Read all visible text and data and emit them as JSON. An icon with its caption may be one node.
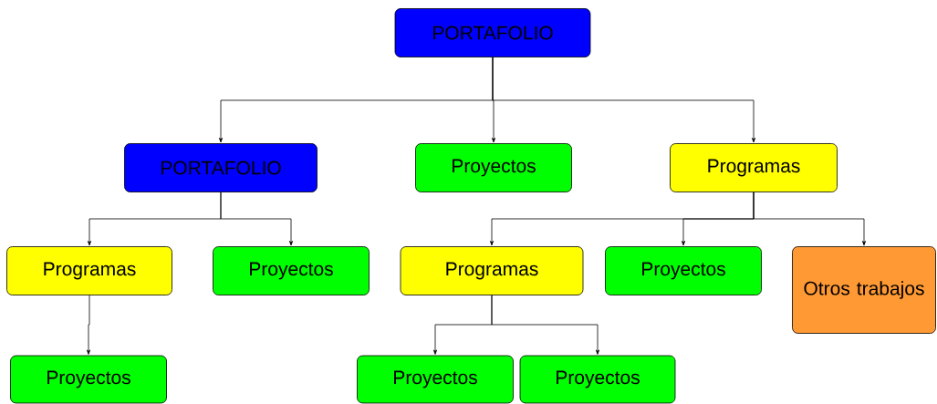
{
  "diagram": {
    "nodes": [
      {
        "text": [
          "PORTAFOLIO"
        ]
      },
      {
        "text": [
          "PORTAFOLIO"
        ]
      },
      {
        "text": [
          "Proyectos"
        ]
      },
      {
        "text": [
          "Programas"
        ]
      },
      {
        "text": [
          "Programas"
        ]
      },
      {
        "text": [
          "Proyectos"
        ]
      },
      {
        "text": [
          "Programas"
        ]
      },
      {
        "text": [
          "Proyectos"
        ]
      },
      {
        "text": [
          "Otros trabajos"
        ]
      },
      {
        "text": [
          "Proyectos"
        ]
      },
      {
        "text": [
          "Proyectos"
        ]
      },
      {
        "text": [
          "Proyectos"
        ]
      }
    ],
    "edges": [
      {
        "from": 0,
        "to": 1,
        "arrow": "to"
      },
      {
        "from": 0,
        "to": 2,
        "arrow": "to"
      },
      {
        "from": 0,
        "to": 3,
        "arrow": "to"
      },
      {
        "from": 1,
        "to": 4,
        "arrow": "to"
      },
      {
        "from": 1,
        "to": 5,
        "arrow": "to"
      },
      {
        "from": 3,
        "to": 6,
        "arrow": "to"
      },
      {
        "from": 3,
        "to": 7,
        "arrow": "to"
      },
      {
        "from": 3,
        "to": 8,
        "arrow": "to"
      },
      {
        "from": 4,
        "to": 9,
        "arrow": "to"
      },
      {
        "from": 6,
        "to": 10,
        "arrow": "to"
      },
      {
        "from": 6,
        "to": 11,
        "arrow": "to"
      }
    ]
  }
}
